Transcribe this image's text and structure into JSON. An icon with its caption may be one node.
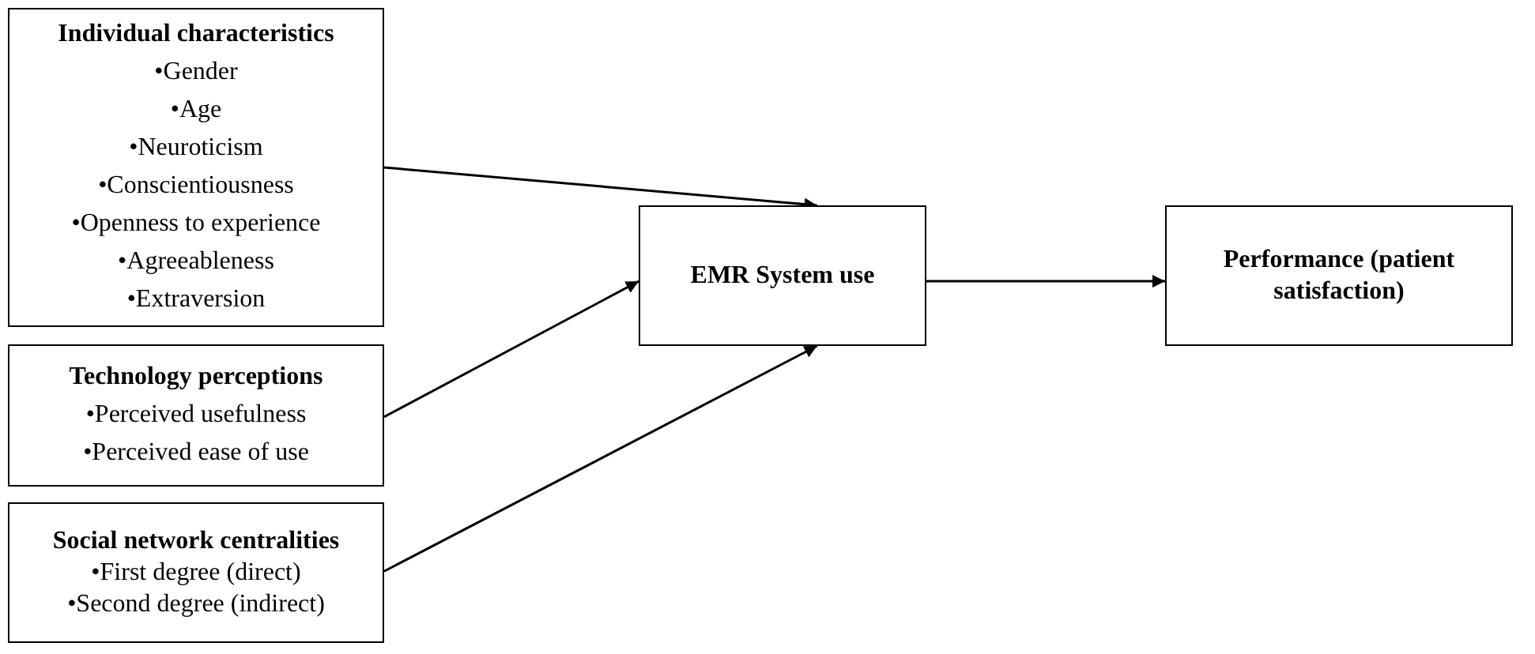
{
  "diagram": {
    "nodes": [
      {
        "text": [
          "Individual characteristics",
          "•Gender",
          "•Age",
          "•Neuroticism",
          "•Conscientiousness",
          "•Openness to experience",
          "•Agreeableness",
          "•Extraversion"
        ]
      },
      {
        "text": [
          "Technology perceptions",
          "•Perceived usefulness",
          "•Perceived ease of use"
        ]
      },
      {
        "text": [
          "Social network centralities",
          "•First degree (direct)",
          "•Second degree (indirect)"
        ]
      },
      {
        "text": [
          "EMR System use"
        ]
      },
      {
        "text": [
          "Performance (patient satisfaction)"
        ]
      }
    ],
    "edges": [
      {
        "from": 0,
        "to": 3,
        "arrow": "to"
      },
      {
        "from": 1,
        "to": 3,
        "arrow": "to"
      },
      {
        "from": 2,
        "to": 3,
        "arrow": "to"
      },
      {
        "from": 3,
        "to": 4,
        "arrow": "to"
      }
    ]
  }
}
